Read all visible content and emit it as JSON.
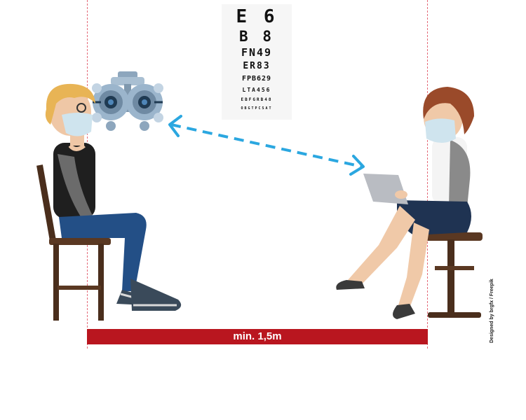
{
  "eye_chart": {
    "rows": [
      "E 6",
      "B 8",
      "FN49",
      "ER83",
      "FPB629",
      "LTA456",
      "EBFGRB48",
      "OBGTPCSAT"
    ]
  },
  "distance": {
    "label": "min. 1,5m"
  },
  "credit": {
    "text": "Designed by brgfx / Freepik"
  },
  "colors": {
    "distance_bar": "#b9161f",
    "guide_lines": "#e46a78",
    "arrow": "#2ba7e0",
    "chair_wood": "#4a2e1c",
    "patient_hair": "#e8b455",
    "doctor_hair": "#9a4a2a",
    "jeans": "#234f86"
  },
  "illustration": {
    "patient": "boy-with-face-mask-seated",
    "doctor": "optometrist-with-face-mask-and-tablet",
    "phoropter": "phoropter-icon",
    "arrow": "double-headed-dashed-arrow"
  }
}
